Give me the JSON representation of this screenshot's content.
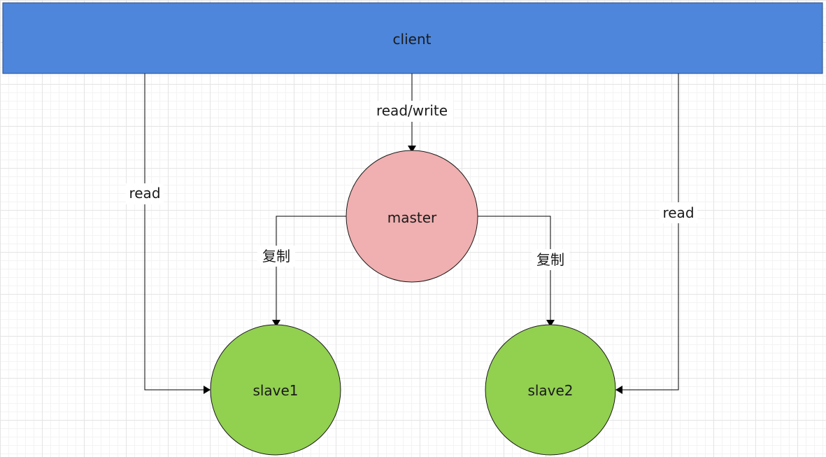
{
  "nodes": {
    "client": {
      "label": "client",
      "fill": "#4d86db",
      "stroke": "#2a4e8a"
    },
    "master": {
      "label": "master",
      "fill": "#f0afb0",
      "stroke": "#1a1a1a"
    },
    "slave1": {
      "label": "slave1",
      "fill": "#92d050",
      "stroke": "#1a1a1a"
    },
    "slave2": {
      "label": "slave2",
      "fill": "#92d050",
      "stroke": "#1a1a1a"
    }
  },
  "edges": {
    "client_master": {
      "label": "read/write"
    },
    "client_slave1": {
      "label": "read"
    },
    "client_slave2": {
      "label": "read"
    },
    "master_slave1": {
      "label": "复制"
    },
    "master_slave2": {
      "label": "复制"
    }
  }
}
